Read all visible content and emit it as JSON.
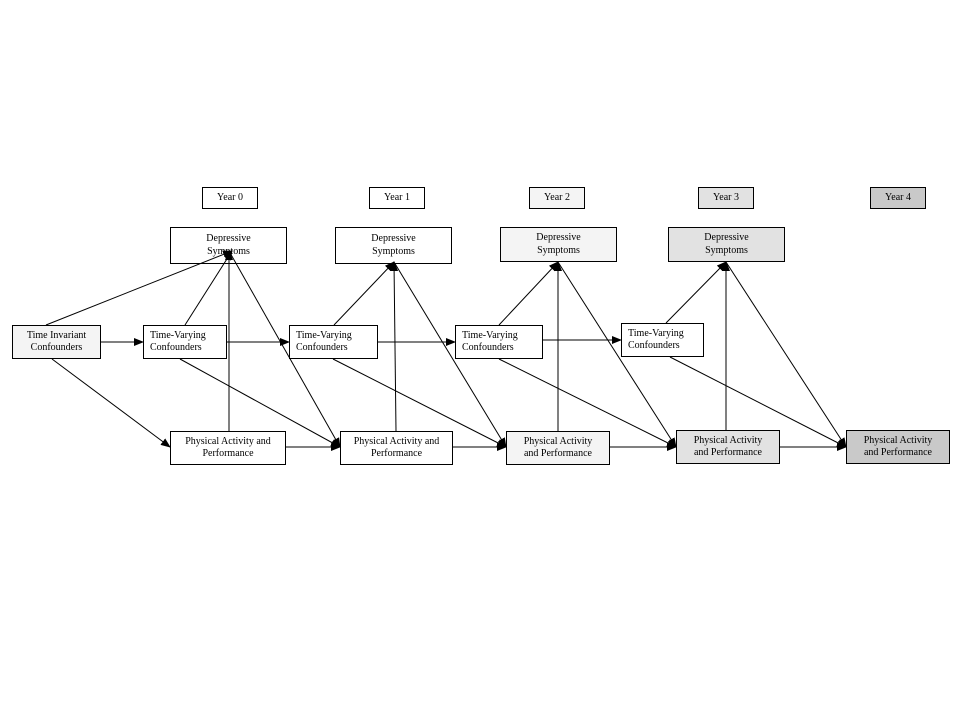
{
  "years": [
    "Year 0",
    "Year 1",
    "Year 2",
    "Year 3",
    "Year 4"
  ],
  "depressive": [
    {
      "label": "Depressive\nSymptoms"
    },
    {
      "label": "Depressive\nSymptoms"
    },
    {
      "label": "Depressive\nSymptoms"
    },
    {
      "label": "Depressive\nSymptoms"
    }
  ],
  "time_invariant": {
    "label": "Time Invariant\nConfounders"
  },
  "time_varying": [
    {
      "label": "Time-Varying\nConfounders"
    },
    {
      "label": "Time-Varying\nConfounders"
    },
    {
      "label": "Time-Varying\nConfounders"
    },
    {
      "label": "Time-Varying\nConfounders"
    }
  ],
  "physical": [
    {
      "label": "Physical Activity and\nPerformance"
    },
    {
      "label": "Physical Activity and\nPerformance"
    },
    {
      "label": "Physical Activity\nand Performance"
    },
    {
      "label": "Physical Activity\nand Performance"
    },
    {
      "label": "Physical Activity\nand Performance"
    }
  ],
  "colors": {
    "stroke": "#000000",
    "shade_light": "#f4f4f4",
    "shade_mid": "#e2e2e2",
    "shade_dark": "#c9c9c9"
  }
}
